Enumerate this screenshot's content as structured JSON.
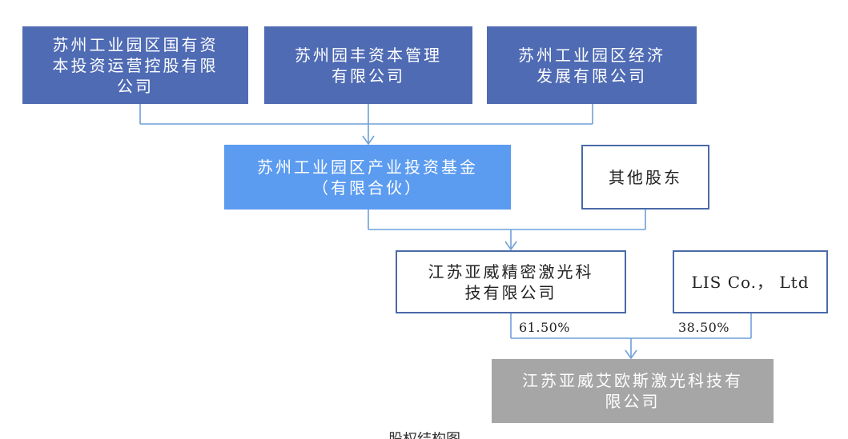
{
  "diagram": {
    "shareholders_top": [
      {
        "lines": [
          "苏州工业园区国有资",
          "本投资运营控股有限",
          "公司"
        ]
      },
      {
        "lines": [
          "苏州园丰资本管理",
          "有限公司"
        ]
      },
      {
        "lines": [
          "苏州工业园区经济",
          "发展有限公司"
        ]
      }
    ],
    "fund": {
      "lines": [
        "苏州工业园区产业投资基金",
        "（有限合伙）"
      ]
    },
    "other_shareholders": {
      "text": "其他股东"
    },
    "yawei": {
      "lines": [
        "江苏亚威精密激光科",
        "技有限公司"
      ]
    },
    "lis": {
      "text": "LIS Co.， Ltd"
    },
    "target": {
      "lines": [
        "江苏亚威艾欧斯激光科技有",
        "限公司"
      ]
    },
    "percentages": {
      "left": "61.50%",
      "right": "38.50%"
    },
    "caption": "股权结构图"
  },
  "colors": {
    "top_fill": "#4f6bb4",
    "fund_fill": "#5b9bf0",
    "target_fill": "#a6a6a6",
    "connector": "#6f9fd8"
  }
}
